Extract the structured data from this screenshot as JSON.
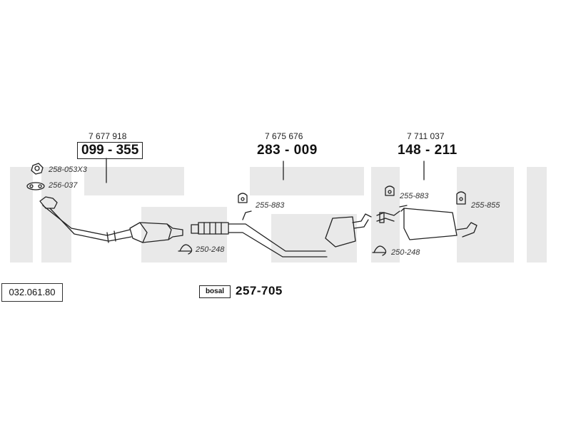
{
  "diagram_number": "032.061.80",
  "kit": {
    "part_number": "257-705",
    "logo_text": "bosal"
  },
  "parts": [
    {
      "oe_ref": "7 677 918",
      "part_number": "099 - 355"
    },
    {
      "oe_ref": "7 675 676",
      "part_number": "283 - 009"
    },
    {
      "oe_ref": "7 711 037",
      "part_number": "148 - 211"
    }
  ],
  "accessories": [
    {
      "code": "258-053X3",
      "icon": "nut-icon"
    },
    {
      "code": "256-037",
      "icon": "gasket-icon"
    },
    {
      "code": "250-248",
      "icon": "clamp-icon"
    },
    {
      "code": "255-883",
      "icon": "rubber-hanger-icon"
    },
    {
      "code": "250-248",
      "icon": "clamp-icon"
    },
    {
      "code": "255-883",
      "icon": "rubber-hanger-icon"
    },
    {
      "code": "255-855",
      "icon": "rubber-hanger-icon"
    }
  ]
}
